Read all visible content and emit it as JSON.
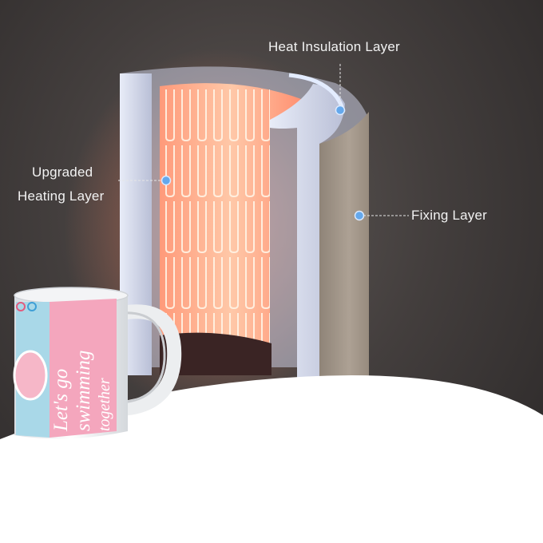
{
  "labels": {
    "heat_insulation": "Heat Insulation Layer",
    "heating_line1": "Upgraded",
    "heating_line2": "Heating Layer",
    "fixing": "Fixing Layer"
  },
  "mug": {
    "text_line1": "Let's go",
    "text_line2": "swimming",
    "text_line3": "together"
  },
  "colors": {
    "marker": "#64a8ec",
    "heating_glow": "#ff8a66",
    "fixing_layer": "#a79a8c",
    "mug_print": "#f4a6bd"
  }
}
